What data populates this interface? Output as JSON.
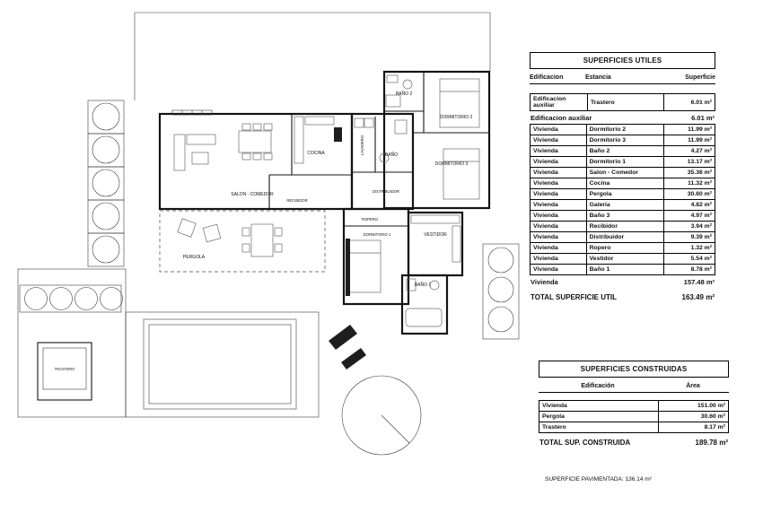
{
  "colors": {
    "ink": "#141414",
    "paper": "#ffffff"
  },
  "plan": {
    "rooms": {
      "bano2": "BAÑO 2",
      "dormitorio2": "DORMITORIO 2",
      "dormitorio3": "DORMITORIO 3",
      "lavadero": "LAVADERO",
      "bano": "BAÑO",
      "cocina": "COCINA",
      "salon": "SALON - COMEDOR",
      "recibidor": "RECIBIDOR",
      "distribuidor": "DISTRIBUIDOR",
      "ropero": "ROPERO",
      "dormitorio1": "DORMITORIO 1",
      "vestidor": "VESTIDOR",
      "bano1": "BAÑO 1",
      "pergola": "PERGOLA",
      "trastero": "TRASTERO"
    }
  },
  "tables": {
    "utiles": {
      "title": "SUPERFICIES UTILES",
      "headers": [
        "Edificacion",
        "Estancia",
        "Superficie"
      ],
      "aux_rows": [
        [
          "Edificacion auxiliar",
          "Trastero",
          "6.01 m²"
        ]
      ],
      "aux_total_label": "Edificacion auxiliar",
      "aux_total_value": "6.01 m²",
      "rows": [
        [
          "Vivienda",
          "Dormitorio 2",
          "11.99 m²"
        ],
        [
          "Vivienda",
          "Dormitorio 3",
          "11.99 m²"
        ],
        [
          "Vivienda",
          "Baño 2",
          "4.27 m²"
        ],
        [
          "Vivienda",
          "Dormitorio 1",
          "13.17 m²"
        ],
        [
          "Vivienda",
          "Salon  - Comedor",
          "35.36 m²"
        ],
        [
          "Vivienda",
          "Cocina",
          "11.32 m²"
        ],
        [
          "Vivienda",
          "Pergola",
          "30.60 m²"
        ],
        [
          "Vivienda",
          "Galeria",
          "4.82 m²"
        ],
        [
          "Vivienda",
          "Baño 3",
          "4.97 m²"
        ],
        [
          "Vivienda",
          "Recibidor",
          "3.94 m²"
        ],
        [
          "Vivienda",
          "Distribuidor",
          "9.39 m²"
        ],
        [
          "Vivienda",
          "Ropero",
          "1.32 m²"
        ],
        [
          "Vivienda",
          "Vestidor",
          "5.54 m²"
        ],
        [
          "Vivienda",
          "Baño 1",
          "8.78 m²"
        ]
      ],
      "vivienda_total_label": "Vivienda",
      "vivienda_total_value": "157.48 m²",
      "total_label": "TOTAL SUPERFICIE UTIL",
      "total_value": "163.49 m²"
    },
    "construidas": {
      "title": "SUPERFICIES CONSTRUIDAS",
      "headers": [
        "Edificación",
        "Área"
      ],
      "rows": [
        [
          "Vivienda",
          "151.00 m²"
        ],
        [
          "Pergola",
          "30.60 m²"
        ],
        [
          "Trastero",
          "8.17 m²"
        ]
      ],
      "total_label": "TOTAL SUP. CONSTRUIDA",
      "total_value": "189.78 m²"
    },
    "footer": "SUPERFICIE PAVIMENTADA: 136.14 m²"
  }
}
